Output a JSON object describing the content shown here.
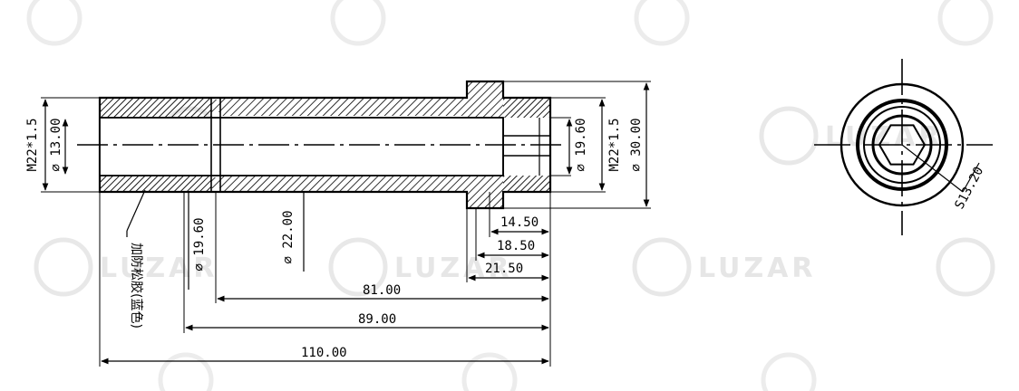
{
  "watermark": {
    "brand": "LUZAR"
  },
  "dimensions": {
    "left_thread": "M22*1.5",
    "left_bore": "⌀ 13.00",
    "right_bore": "⌀ 19.60",
    "right_thread": "M22*1.5",
    "flange_diameter": "⌀ 30.00",
    "mid_diameter_1": "⌀ 19.60",
    "mid_diameter_2": "⌀ 22.00",
    "len_14_50": "14.50",
    "len_18_50": "18.50",
    "len_21_50": "21.50",
    "len_81_00": "81.00",
    "len_89_00": "89.00",
    "len_110_00": "110.00",
    "hex_size": "S13.20"
  },
  "note": {
    "thread_sealant": "加防松胶(蓝色)"
  }
}
